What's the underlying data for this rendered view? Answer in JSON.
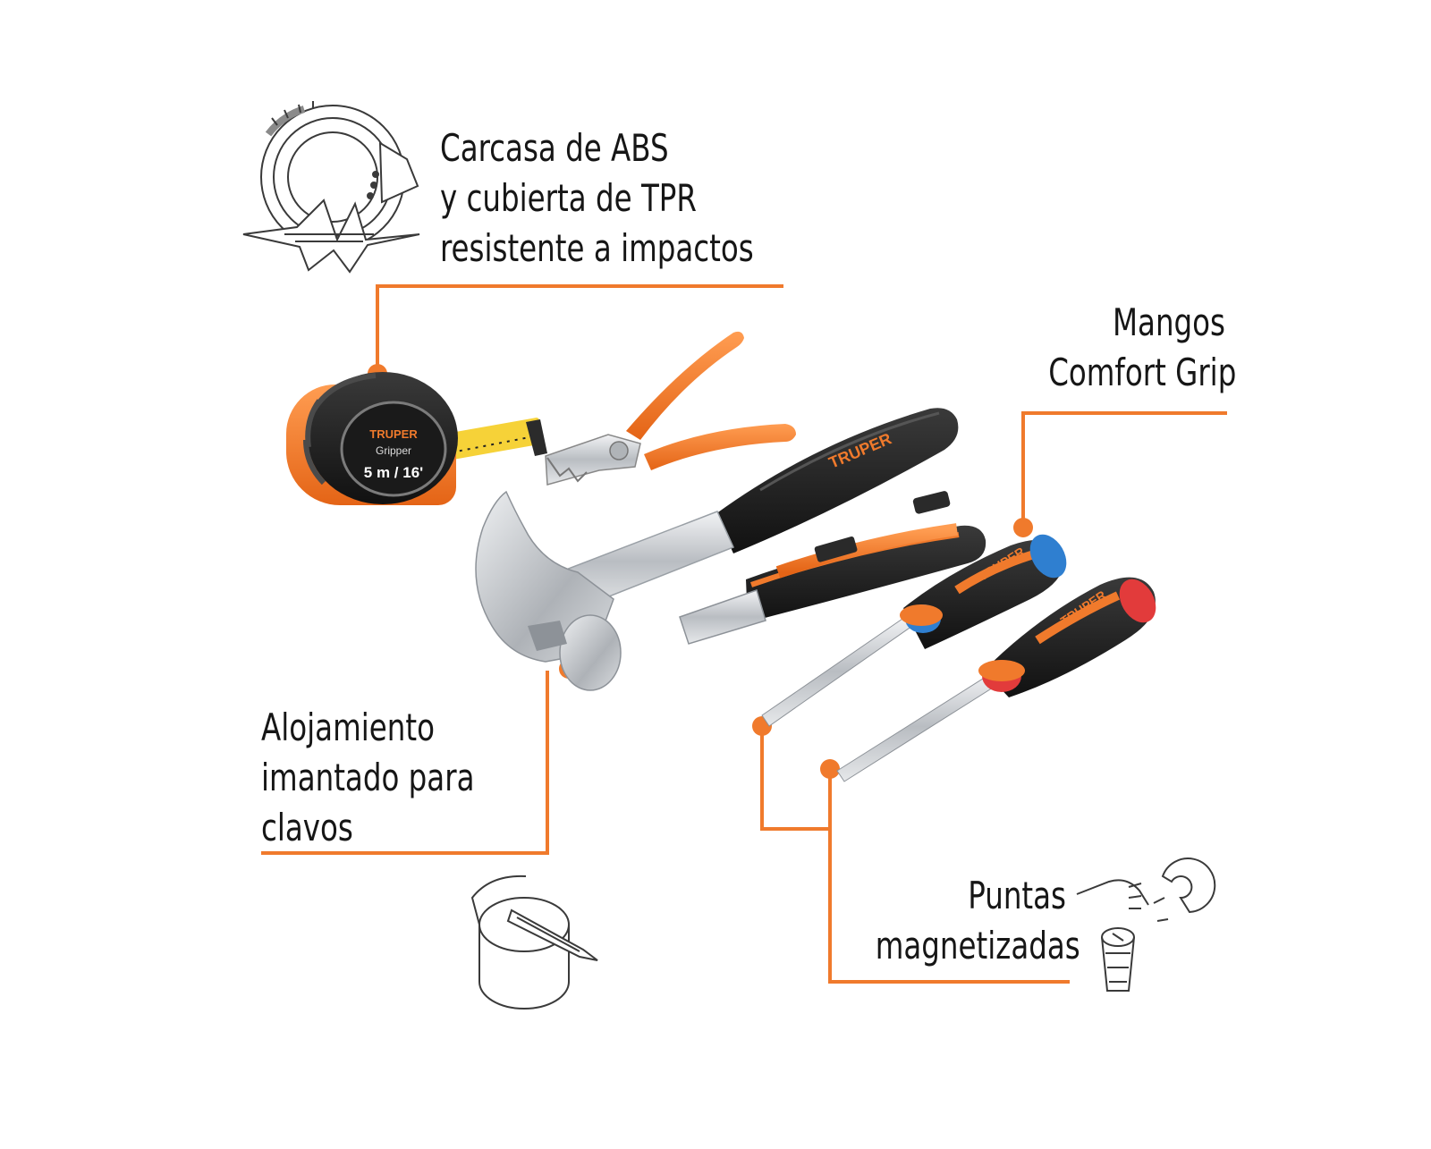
{
  "callouts": {
    "abs": {
      "line1": "Carcasa de ABS",
      "line2": "y cubierta de TPR",
      "line3": "resistente a impactos"
    },
    "comfort": {
      "line1": "Mangos",
      "line2": "Comfort Grip"
    },
    "imantado": {
      "line1": "Alojamiento",
      "line2": "imantado para",
      "line3": "clavos"
    },
    "puntas": {
      "line1": "Puntas",
      "line2": "magnetizadas"
    }
  },
  "brand": {
    "name": "TRUPER",
    "tape_model": "Gripper",
    "tape_size": "5 m / 16'"
  },
  "colors": {
    "accent": "#f07a2c",
    "text": "#161616",
    "tool_black": "#1e1e1e",
    "steel": "#c9ccd0",
    "blue_ring": "#2f7fd0",
    "red_ring": "#e23b3b"
  },
  "icons": [
    "tape-measure-impact-icon",
    "nail-holder-icon",
    "magnet-screw-icon"
  ]
}
